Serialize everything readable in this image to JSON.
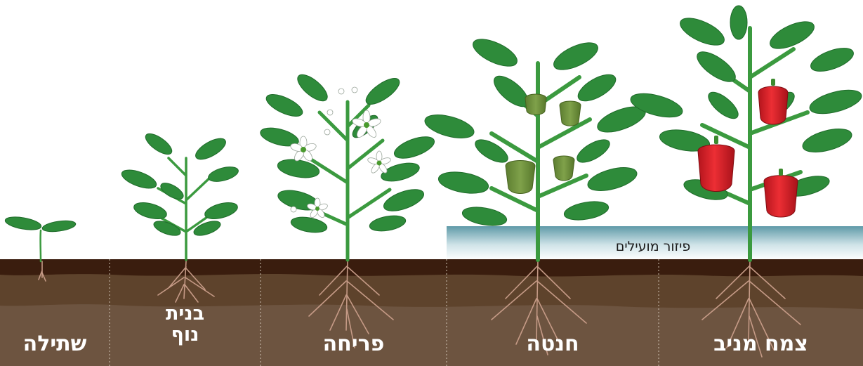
{
  "stages": [
    {
      "label": "שתילה"
    },
    {
      "label_line1": "בנית",
      "label_line2": "נוף"
    },
    {
      "label": "פריחה"
    },
    {
      "label": "חנטה"
    },
    {
      "label": "צמח מניב"
    }
  ],
  "pollinator_zone": {
    "label": "פיזור מועילים"
  },
  "colors": {
    "soil_top": "#3a1d0e",
    "soil_mid": "#5e432c",
    "soil_bottom": "#6d5440",
    "leaf": "#2e8b3a",
    "stem": "#3b9a3f",
    "green_fruit": "#6d8f3c",
    "red_fruit": "#d8202a",
    "pollinator_band": "#5f9aa8"
  }
}
